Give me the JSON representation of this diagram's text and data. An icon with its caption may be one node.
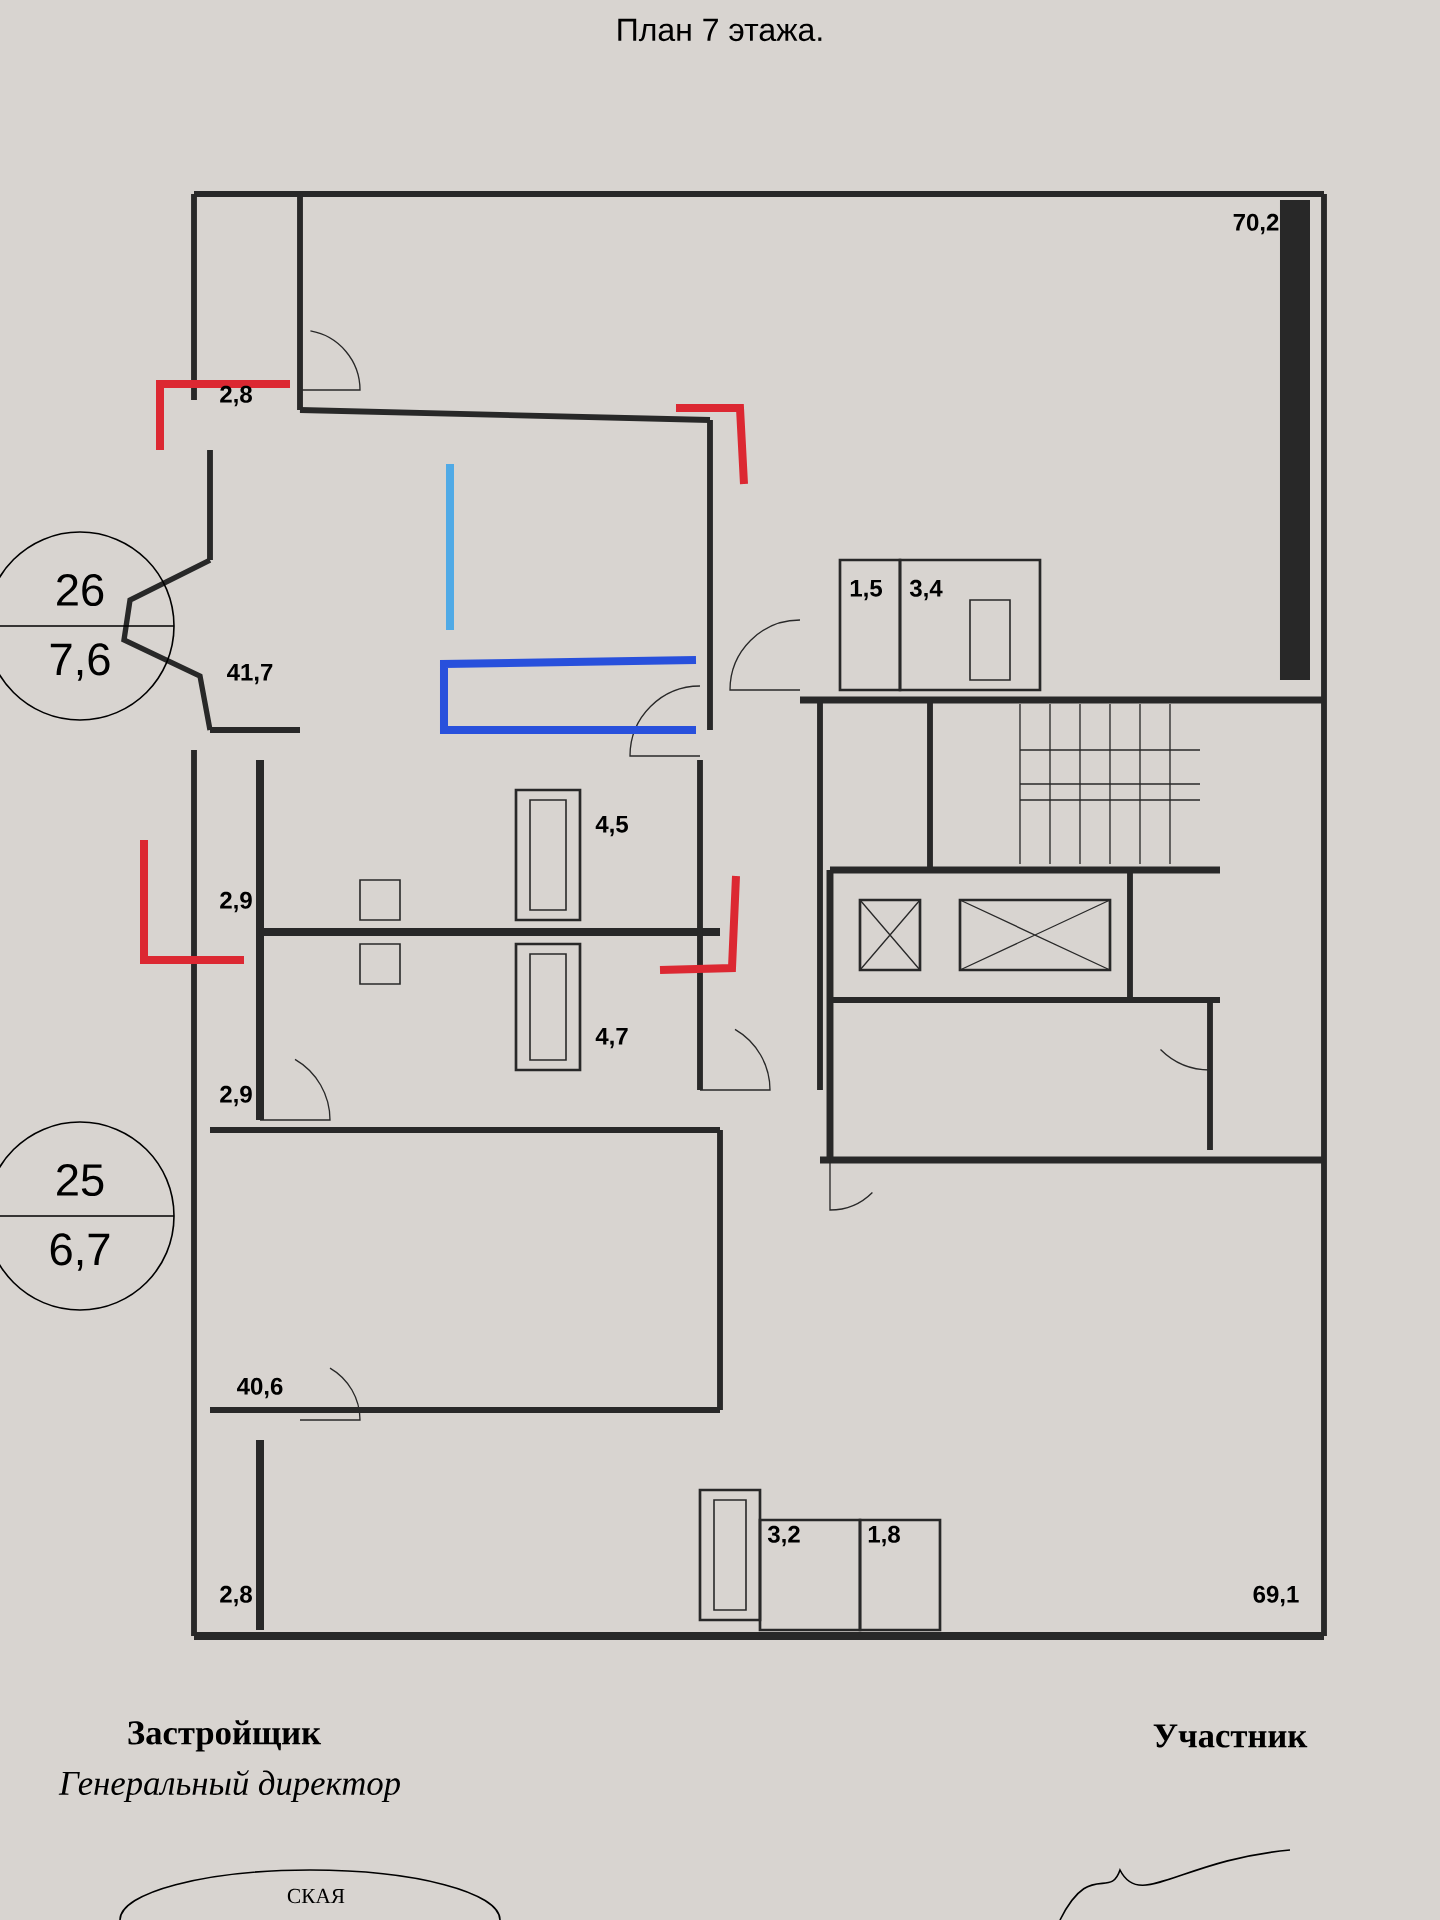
{
  "diagram": {
    "title": "План 7 этажа.",
    "nodes": [
      {
        "text": [
          "26",
          "7,6"
        ]
      },
      {
        "text": [
          "25",
          "6,7"
        ]
      }
    ],
    "labels": [
      "70,2",
      "2,8",
      "1,5",
      "3,4",
      "41,7",
      "4,5",
      "2,9",
      "4,7",
      "2,9",
      "40,6",
      "3,2",
      "1,8",
      "2,8",
      "69,1",
      "Застройщик",
      "Участник",
      "Генеральный директор",
      "СКАЯ"
    ]
  }
}
